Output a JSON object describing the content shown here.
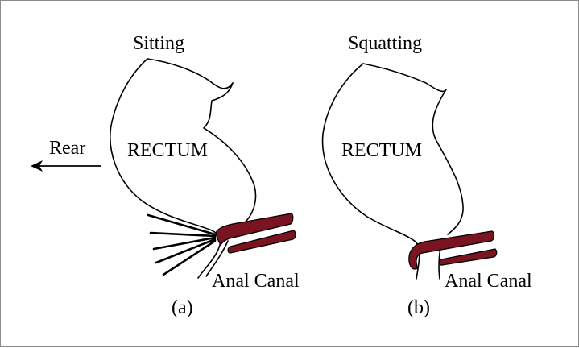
{
  "colors": {
    "muscle": "#7a1420",
    "outline": "#000000",
    "background": "#ffffff"
  },
  "panel_a": {
    "posture": "Sitting",
    "rectum_label": "RECTUM",
    "canal_label": "Anal Canal",
    "caption": "(a)",
    "direction_label": "Rear"
  },
  "panel_b": {
    "posture": "Squatting",
    "rectum_label": "RECTUM",
    "canal_label": "Anal Canal",
    "caption": "(b)"
  }
}
